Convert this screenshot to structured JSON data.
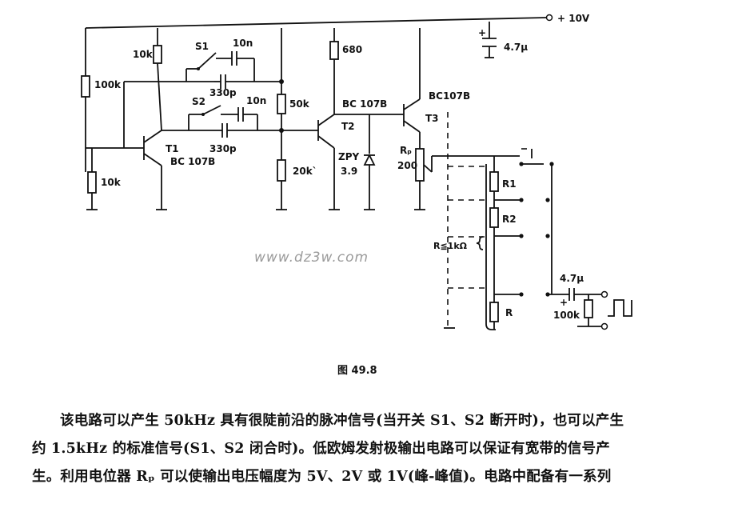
{
  "supply_label": "+ 10V",
  "components": {
    "r_10k_top": "10k",
    "r_100k": "100k",
    "r_10k_bottom": "10k",
    "switch_s1": "S1",
    "cap_10n_1": "10n",
    "cap_330p_1": "330p",
    "switch_s2": "S2",
    "cap_10n_2": "10n",
    "cap_330p_2": "330p",
    "t1_name": "T1",
    "t1_part": "BC 107B",
    "r_50k": "50k",
    "r_20k": "20k`",
    "r_680": "680",
    "t2_part": "BC 107B",
    "t2_name": "T2",
    "zener_name": "ZPY",
    "zener_value": "3.9",
    "t3_part": "BC107B",
    "t3_name": "T3",
    "cap_47u_supply": "4.7μ",
    "pot_name": "Rₚ",
    "pot_value": "200",
    "r1": "R1",
    "r2": "R2",
    "r": "R",
    "r_sum_note": "R≦1kΩ",
    "cap_47u_out": "4.7μ",
    "r_100k_out": "100k",
    "plus_sign": "+"
  },
  "watermark": "www.dz3w.com",
  "figure_caption": "图 49.8",
  "body_text": [
    "该电路可以产生 50kHz 具有很陡前沿的脉冲信号(当开关 S1、S2 断开时)，也可以产生",
    "约 1.5kHz 的标准信号(S1、S2 闭合时)。低欧姆发射极输出电路可以保证有宽带的信号产",
    "生。利用电位器 Rₚ 可以使输出电压幅度为 5V、2V 或 1V(峰-峰值)。电路中配备有一系列"
  ]
}
